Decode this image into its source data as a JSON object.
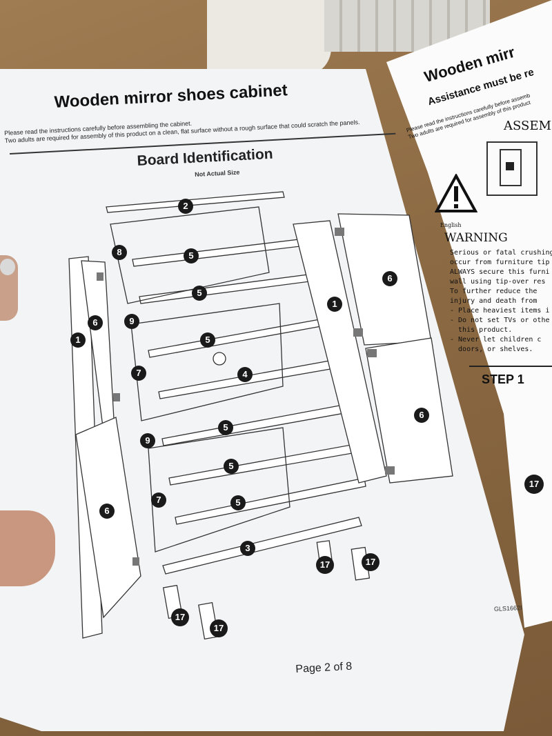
{
  "left_page": {
    "title": "Wooden mirror shoes cabinet",
    "intro_line1": "Please read the instructions carefully before assembling the cabinet.",
    "intro_line2": "Two adults are required for assembly of this product on a clean, flat surface without a rough surface that could scratch the panels.",
    "section_title": "Board Identification",
    "section_subtitle": "Not Actual Size",
    "model_code": "GLS1662I",
    "page_label": "Page 2 of 8",
    "part_numbers": [
      "2",
      "8",
      "5",
      "5",
      "9",
      "1",
      "6",
      "5",
      "4",
      "7",
      "1",
      "5",
      "5",
      "9",
      "5",
      "7",
      "3",
      "6",
      "6",
      "6",
      "17",
      "17",
      "17",
      "17"
    ]
  },
  "right_page": {
    "title": "Wooden mirr",
    "assistance": "Assistance must be re",
    "note_line1": "Please read the instructions carefully before assemb",
    "note_line2": "Two adults are required for assembly of this product",
    "assembly_heading": "ASSEMI",
    "english_label": "English",
    "warning_heading": "WARNING",
    "warning_body": "Serious or fatal crushing\noccur from furniture tip\nALWAYS secure this furni\nwall using tip-over res\nTo further reduce the\ninjury and death from\n- Place heaviest items i\n- Do not set TVs or othe\n  this product.\n- Never let children c\n  doors, or shelves.",
    "step_label": "STEP 1",
    "step_badge": "17"
  },
  "icons": [
    "warning-triangle-icon",
    "door-lock-icon"
  ]
}
